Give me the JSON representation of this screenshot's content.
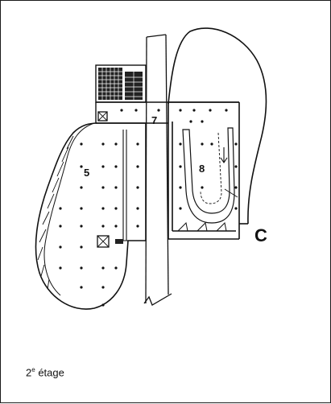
{
  "caption": {
    "level_number": "2",
    "level_suffix": "e",
    "level_word": "étage"
  },
  "labels": {
    "zone_5": "5",
    "zone_7": "7",
    "zone_8": "8",
    "section_mark": "C"
  },
  "colors": {
    "ink": "#111111",
    "paper": "#ffffff",
    "frame_border": "#1a1a1a"
  }
}
